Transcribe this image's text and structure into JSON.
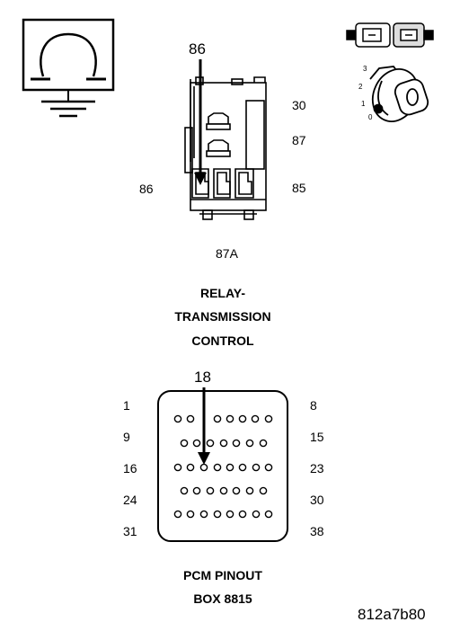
{
  "relay": {
    "pin_callout": "86",
    "pins": {
      "p30": "30",
      "p87": "87",
      "p86_left": "86",
      "p85": "85",
      "p87a": "87A"
    },
    "title_line1": "RELAY-",
    "title_line2": "TRANSMISSION",
    "title_line3": "CONTROL"
  },
  "ignition": {
    "positions": [
      "3",
      "2",
      "1",
      "0"
    ]
  },
  "pcm": {
    "pin_callout": "18",
    "row_labels_left": [
      "1",
      "9",
      "16",
      "24",
      "31"
    ],
    "row_labels_right": [
      "8",
      "15",
      "23",
      "30",
      "38"
    ],
    "title_line1": "PCM PINOUT",
    "title_line2": "BOX 8815"
  },
  "figure_id": "812a7b80"
}
